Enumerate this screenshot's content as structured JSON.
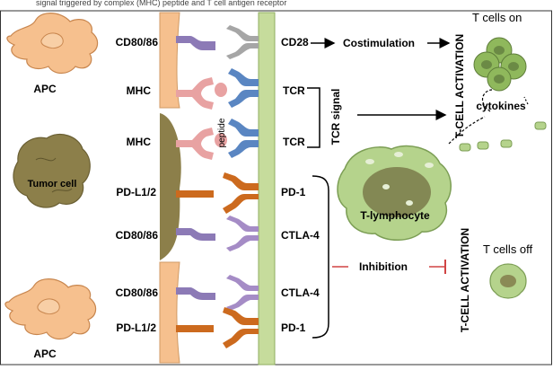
{
  "header_fragment": "signal triggered by complex (MHC) peptide and T cell antigen receptor",
  "cells": {
    "apc_top": "APC",
    "apc_bottom": "APC",
    "tumor": "Tumor cell",
    "t_lymphocyte": "T-lymphocyte"
  },
  "ligands": {
    "row1": "CD80/86",
    "row2": "MHC",
    "row3": "MHC",
    "row4": "PD-L1/2",
    "row5": "CD80/86",
    "row6": "CD80/86",
    "row7": "PD-L1/2"
  },
  "receptors": {
    "row1": "CD28",
    "row2": "TCR",
    "row3": "TCR",
    "row4": "PD-1",
    "row5": "CTLA-4",
    "row6": "CTLA-4",
    "row7": "PD-1"
  },
  "labels": {
    "peptide": "peptide",
    "costimulation": "Costimulation",
    "tcr_signal": "TCR signal",
    "inhibition": "Inhibition",
    "cytokines": "cytokines",
    "t_cells_on": "T cells on",
    "t_cells_off": "T cells off",
    "activation_top": "T-CELL ACTIVATION",
    "activation_bottom": "T-CELL ACTIVATION"
  },
  "colors": {
    "apc": "#f6c08e",
    "tumor": "#8c7f4a",
    "membrane": "#c6dc9c",
    "t_cell": "#b5d38c",
    "cd80": "#8c7ab6",
    "cd28": "#a6a6a6",
    "mhc": "#e8a2a2",
    "tcr": "#5a86c2",
    "pd": "#cc6a1e",
    "ctla4": "#a58cc6",
    "inhibition": "#d04444"
  }
}
